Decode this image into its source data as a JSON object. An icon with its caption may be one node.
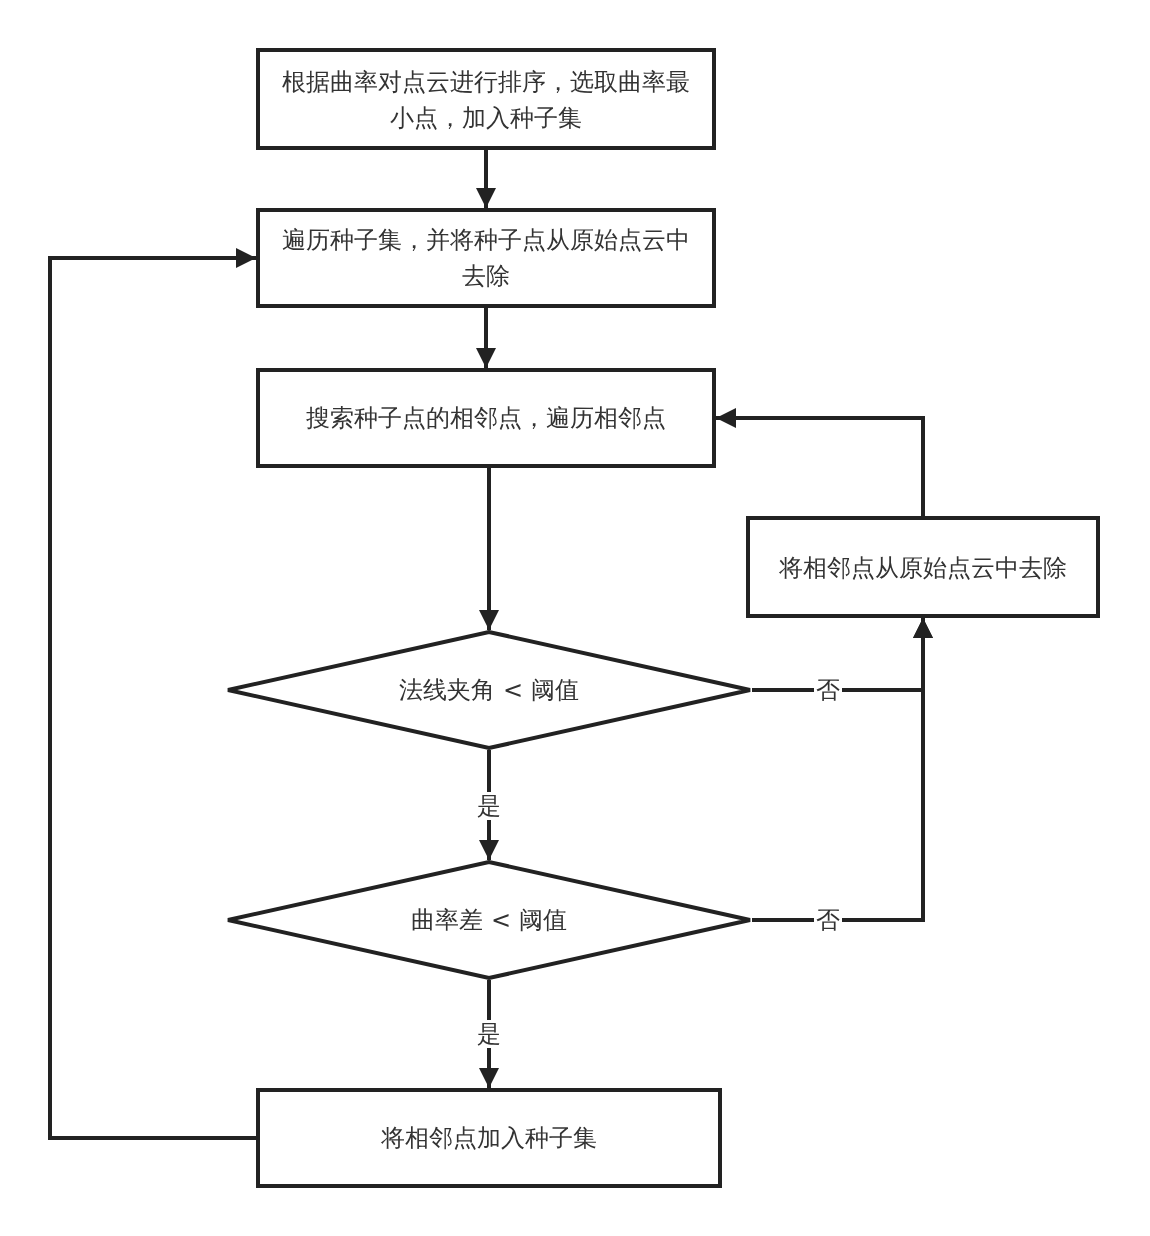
{
  "diagram": {
    "nodes": [
      {
        "text": [
          "根据曲率对点云进行排序，选取曲率最小点，加入种子集"
        ]
      },
      {
        "text": [
          "遍历种子集，并将种子点从原始点云中去除"
        ]
      },
      {
        "text": [
          "搜索种子点的相邻点，遍历相邻点"
        ]
      },
      {
        "text": [
          "将相邻点从原始点云中去除"
        ]
      },
      {
        "text": [
          "法线夹角 < 阈值"
        ]
      },
      {
        "text": [
          "曲率差 < 阈值"
        ]
      },
      {
        "text": [
          "将相邻点加入种子集"
        ]
      }
    ],
    "edges": [
      {
        "from": 0,
        "to": 1,
        "arrow": "to"
      },
      {
        "from": 1,
        "to": 2,
        "arrow": "to"
      },
      {
        "from": 2,
        "to": 4,
        "arrow": "to"
      },
      {
        "from": 4,
        "to": 5,
        "arrow": "to",
        "label": "是"
      },
      {
        "from": 5,
        "to": 6,
        "arrow": "to",
        "label": "是"
      },
      {
        "from": 6,
        "to": 1,
        "arrow": "to"
      },
      {
        "from": 4,
        "to": 3,
        "arrow": "to",
        "label": "否"
      },
      {
        "from": 5,
        "to": 3,
        "arrow": "to",
        "label": "否"
      },
      {
        "from": 3,
        "to": 2,
        "arrow": "to"
      }
    ]
  }
}
